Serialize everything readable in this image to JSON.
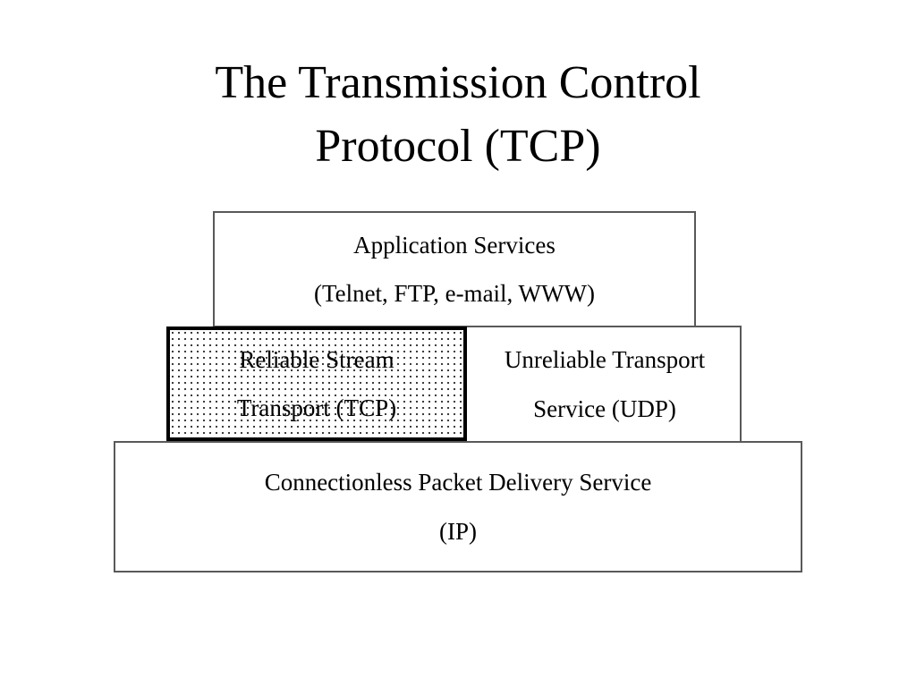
{
  "slide": {
    "title": "The Transmission Control\nProtocol (TCP)",
    "background_color": "#ffffff",
    "text_color": "#000000"
  },
  "diagram": {
    "type": "layered-stack",
    "description": "TCP/IP protocol stack shown as stacked boxes, widest at the bottom",
    "highlight_color": "#000000",
    "border_color": "#595959",
    "layers": [
      {
        "id": "application",
        "name": "Application Services",
        "line1": "Application Services",
        "line2": "(Telnet, FTP, e-mail, WWW)",
        "highlighted": false,
        "fill": "solid-white"
      },
      {
        "id": "tcp",
        "name": "Reliable Stream Transport (TCP)",
        "line1": "Reliable Stream",
        "line2": "Transport (TCP)",
        "highlighted": true,
        "fill": "dotted-stipple"
      },
      {
        "id": "udp",
        "name": "Unreliable Transport Service (UDP)",
        "line1": "Unreliable Transport",
        "line2": "Service (UDP)",
        "highlighted": false,
        "fill": "solid-white"
      },
      {
        "id": "ip",
        "name": "Connectionless Packet Delivery Service (IP)",
        "line1": "Connectionless Packet Delivery Service",
        "line2": "(IP)",
        "highlighted": false,
        "fill": "solid-white"
      }
    ]
  }
}
